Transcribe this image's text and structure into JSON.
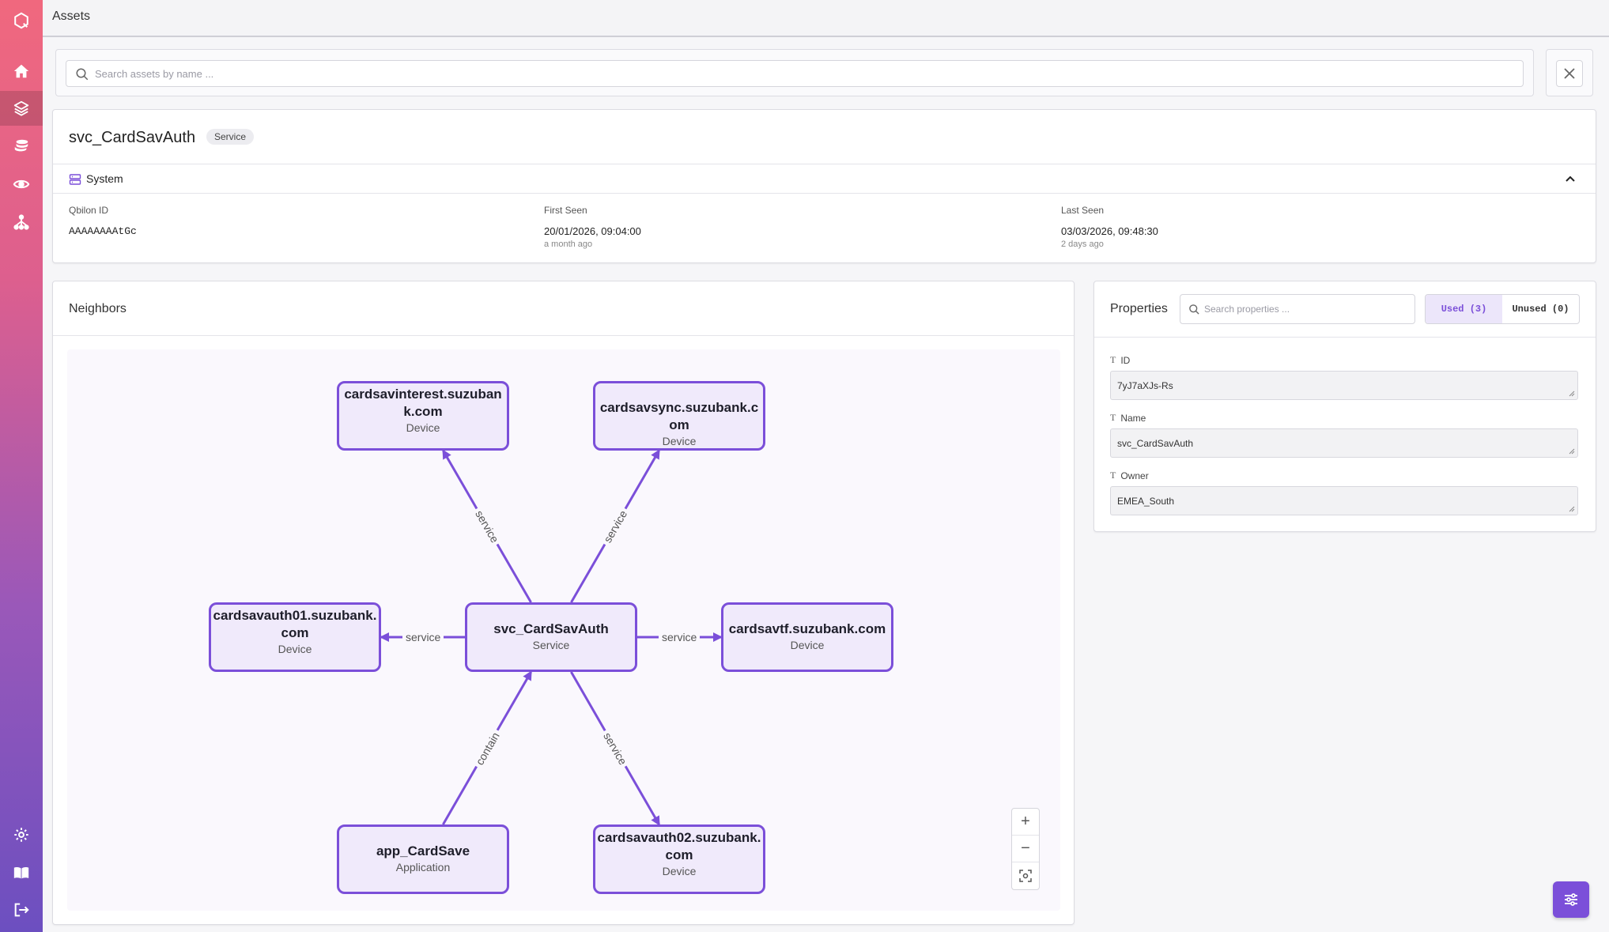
{
  "topbar": {
    "title": "Assets"
  },
  "search": {
    "placeholder": "Search assets by name ..."
  },
  "asset": {
    "name": "svc_CardSavAuth",
    "badge": "Service",
    "section": "System",
    "meta": [
      {
        "label": "Qbilon ID",
        "value": "AAAAAAAAtGc",
        "sub": ""
      },
      {
        "label": "First Seen",
        "value": "20/01/2026, 09:04:00",
        "sub": "a month ago"
      },
      {
        "label": "Last Seen",
        "value": "03/03/2026, 09:48:30",
        "sub": "2 days ago"
      }
    ]
  },
  "neighbors": {
    "title": "Neighbors",
    "nodes": [
      {
        "name": "cardsavinterest.suzubank.com",
        "type": "Device"
      },
      {
        "name": "cardsavsync.suzubank.com",
        "type": "Device"
      },
      {
        "name": "cardsavauth01.suzubank.com",
        "type": "Device"
      },
      {
        "name": "svc_CardSavAuth",
        "type": "Service"
      },
      {
        "name": "cardsavtf.suzubank.com",
        "type": "Device"
      },
      {
        "name": "app_CardSave",
        "type": "Application"
      },
      {
        "name": "cardsavauth02.suzubank.com",
        "type": "Device"
      }
    ],
    "edges": [
      {
        "from": 3,
        "to": 0,
        "label": "service"
      },
      {
        "from": 3,
        "to": 1,
        "label": "service"
      },
      {
        "from": 3,
        "to": 2,
        "label": "service"
      },
      {
        "from": 3,
        "to": 4,
        "label": "service"
      },
      {
        "from": 5,
        "to": 3,
        "label": "contain"
      },
      {
        "from": 3,
        "to": 6,
        "label": "service"
      }
    ],
    "zoom": {
      "in": "+",
      "out": "−"
    }
  },
  "properties": {
    "title": "Properties",
    "search_placeholder": "Search properties ...",
    "used_label": "Used (3)",
    "unused_label": "Unused (0)",
    "items": [
      {
        "label": "ID",
        "value": "7yJ7aXJs-Rs"
      },
      {
        "label": "Name",
        "value": "svc_CardSavAuth"
      },
      {
        "label": "Owner",
        "value": "EMEA_South"
      }
    ]
  },
  "colors": {
    "accent": "#7b4fd9",
    "node_fill": "#f0eafb"
  }
}
